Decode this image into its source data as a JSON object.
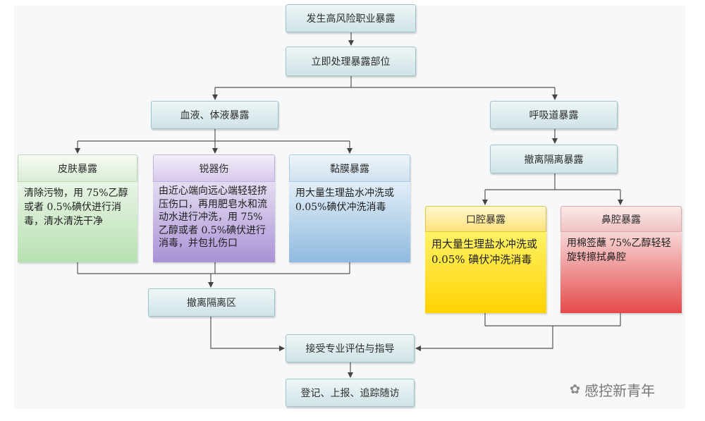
{
  "flow": {
    "start": "发生高风险职业暴露",
    "treat_site": "立即处理暴露部位",
    "blood": "血液、体液暴露",
    "resp": "呼吸道暴露",
    "evac_resp": "撤离隔离暴露",
    "skin_title": "皮肤暴露",
    "skin_text": "清除污物，用 75%乙醇或者 0.5%碘伏进行消毒，清水清洗干净",
    "sharp_title": "锐器伤",
    "sharp_text": "由近心端向远心端轻轻挤压伤口，再用肥皂水和流动水进行冲洗，用 75%乙醇或者 0.5%碘伏进行消毒，并包扎伤口",
    "mucosa_title": "黏膜暴露",
    "mucosa_text": "用大量生理盐水冲洗或 0.05%碘伏冲洗消毒",
    "oral_title": "口腔暴露",
    "oral_text": "用大量生理盐水冲洗或 0.05% 碘伏冲洗消毒",
    "nasal_title": "鼻腔暴露",
    "nasal_text": "用棉签蘸 75%乙醇轻轻旋转擦拭鼻腔",
    "evac_zone": "撤离隔离区",
    "assess": "接受专业评估与指导",
    "record": "登记、上报、追踪随访"
  },
  "watermark": "感控新青年"
}
